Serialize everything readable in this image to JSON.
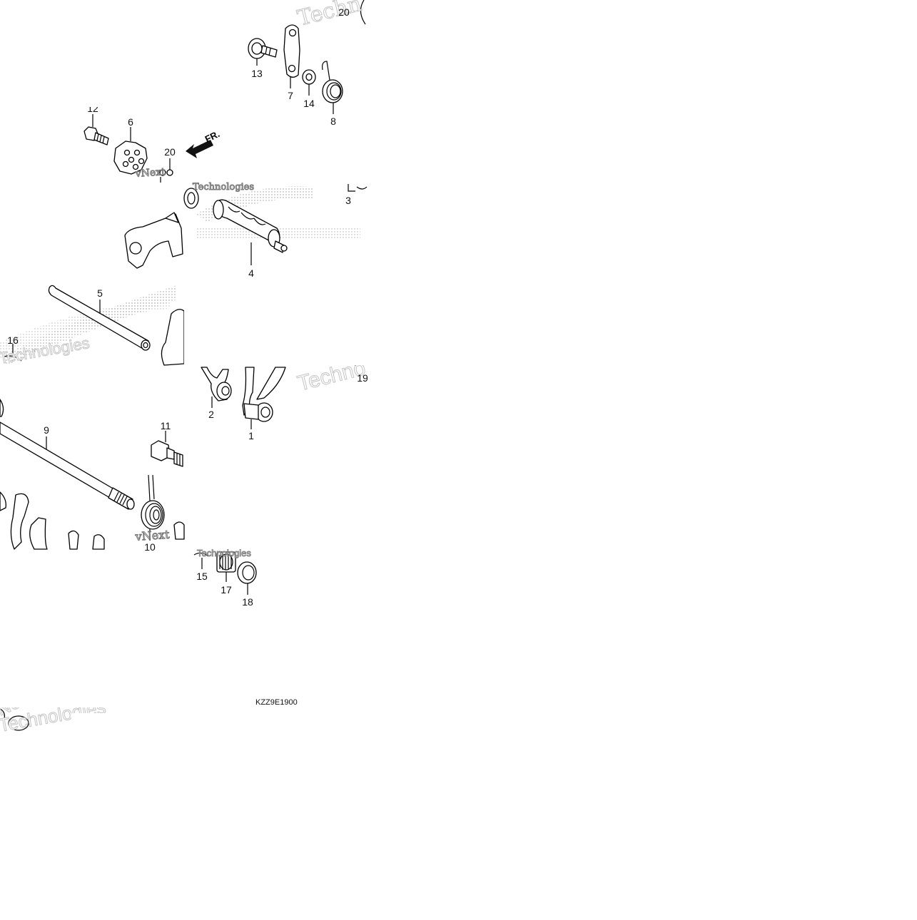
{
  "diagram": {
    "part_callouts": [
      "1",
      "2",
      "3",
      "4",
      "5",
      "6",
      "7",
      "8",
      "9",
      "10",
      "11",
      "12",
      "13",
      "14",
      "15",
      "16",
      "17",
      "18",
      "19",
      "20"
    ],
    "direction_marker": "FR.",
    "diagram_code": "KZZ9E1900",
    "watermark": {
      "words": [
        "Techn",
        "vNext",
        "Technologies",
        "Next",
        "Techno",
        "Technologies"
      ]
    },
    "colors": {
      "ink": "#000000",
      "watermark": "#c8c8c8",
      "halftone": "#9a9a9a",
      "background": "#ffffff"
    }
  }
}
